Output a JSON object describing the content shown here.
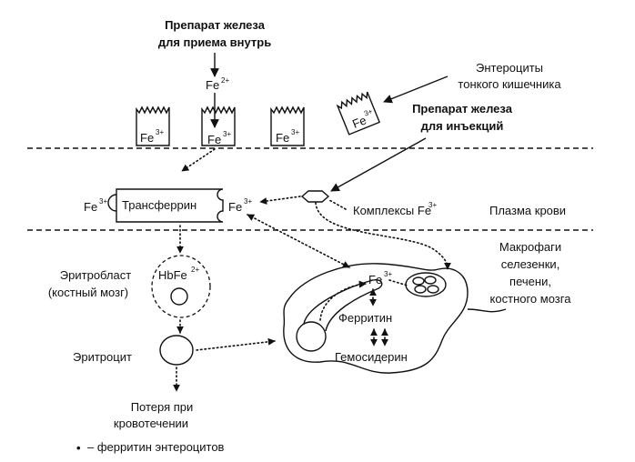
{
  "oral": {
    "line1": "Препарат железа",
    "line2": "для приема внутрь"
  },
  "injection": {
    "line1": "Препарат железа",
    "line2": "для инъекций"
  },
  "enterocytes": {
    "line1": "Энтероциты",
    "line2": "тонкого кишечника"
  },
  "ions": {
    "fe": "Fe",
    "charge2": "2+",
    "charge3": "3+"
  },
  "transferrin": "Трансферрин",
  "complexes": "Комплексы Fe",
  "plasma": "Плазма крови",
  "erythroblast": {
    "line1": "Эритробласт",
    "line2": "(костный мозг)",
    "hb": "HbFe"
  },
  "erythrocyte": "Эритроцит",
  "loss": {
    "line1": "Потеря при",
    "line2": "кровотечении"
  },
  "macrophages": {
    "line1": "Макрофаги",
    "line2": "селезенки,",
    "line3": "печени,",
    "line4": "костного мозга"
  },
  "ferritin": "Ферритин",
  "hemosiderin": "Гемосидерин",
  "legend": {
    "bullet": "•",
    "text": "– ферритин энтероцитов"
  }
}
